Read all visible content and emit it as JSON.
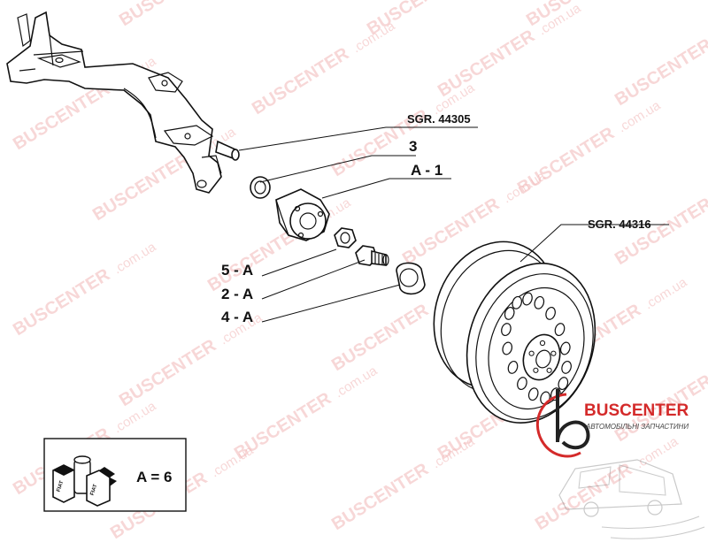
{
  "labels": {
    "sgr_44305": "SGR. 44305",
    "part_3": "3",
    "part_a1": "A - 1",
    "part_5a": "5 - A",
    "part_2a": "2 - A",
    "part_4a": "4 - A",
    "sgr_44316": "SGR. 44316"
  },
  "legend_box": {
    "text": "A = 6",
    "box_word": "FIAT"
  },
  "logo": {
    "name": "BUSCENTER",
    "tagline": "АВТОМОБІЛЬНІ ЗАПЧАСТИНИ",
    "color": "#d42a2a"
  },
  "watermark": {
    "brand": "BUSCENTER",
    "domain": ".com.ua",
    "color": "#f2b8b8"
  }
}
